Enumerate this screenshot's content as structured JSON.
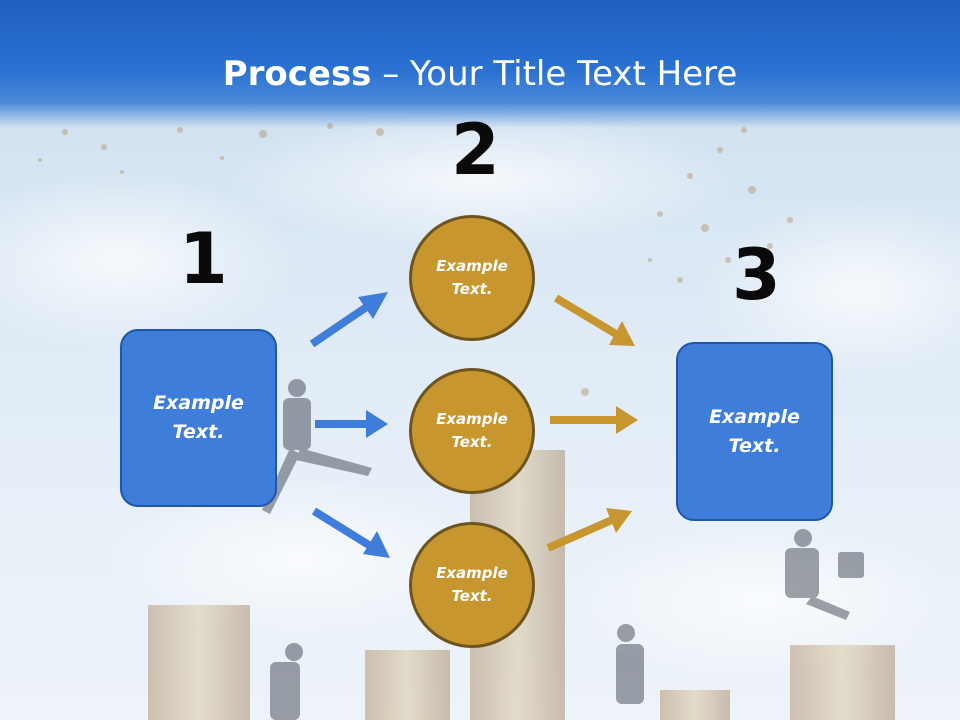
{
  "slide": {
    "title_bold": "Process",
    "title_rest": " – Your Title Text Here",
    "step_numbers": [
      "1",
      "2",
      "3"
    ],
    "left_box_text": "Example\nText.",
    "right_box_text": "Example\nText.",
    "circles": [
      {
        "text": "Example\nText."
      },
      {
        "text": "Example\nText."
      },
      {
        "text": "Example\nText."
      }
    ],
    "colors": {
      "title_band": "#2a71d2",
      "box_fill": "#3f7ddb",
      "circle_fill": "#c8962e",
      "blue_arrow": "#3f7ddb",
      "gold_arrow": "#c8962e"
    }
  }
}
